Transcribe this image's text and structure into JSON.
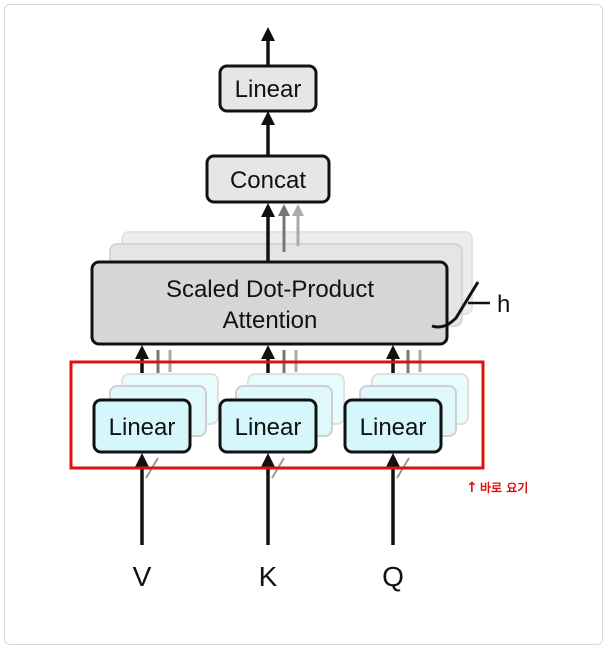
{
  "diagram": {
    "title": "",
    "blocks": {
      "linear_top": "Linear",
      "concat": "Concat",
      "attention_line1": "Scaled Dot-Product",
      "attention_line2": "Attention",
      "h_label": "h",
      "linear_v": "Linear",
      "linear_k": "Linear",
      "linear_q": "Linear"
    },
    "inputs": {
      "v": "V",
      "k": "K",
      "q": "Q"
    },
    "annotation": {
      "text": "바로 요기",
      "arrow": "↑",
      "color": "#e01010"
    },
    "colors": {
      "box_gray": "#d6d6d6",
      "box_light": "#e6e6e6",
      "box_cyan": "#d5f6fb",
      "highlight": "#e01010"
    }
  }
}
